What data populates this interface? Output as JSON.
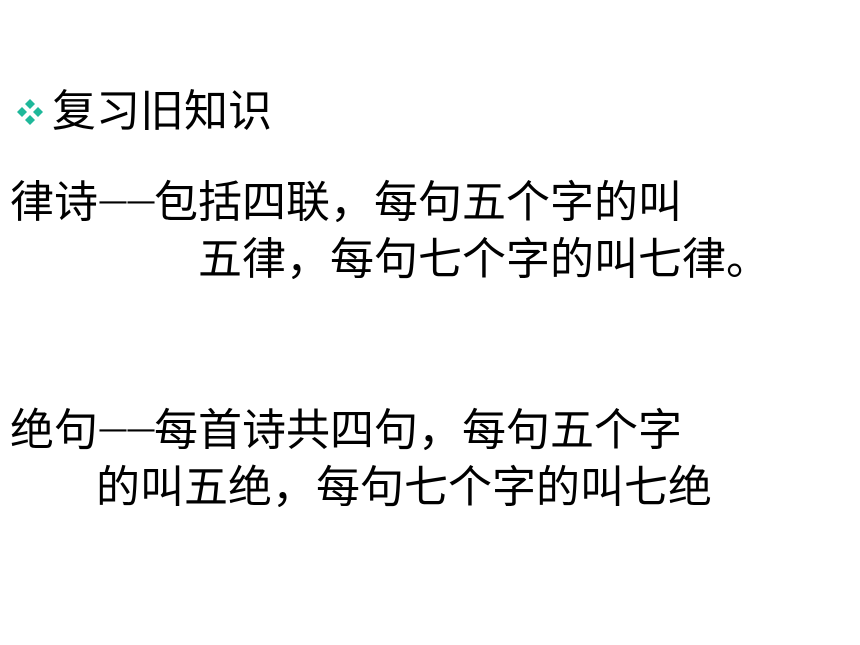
{
  "heading": {
    "bullet_icon": "diamond-bullet-icon",
    "bullet_color": "#1fb89a",
    "text": "复习旧知识"
  },
  "lvshi": {
    "term": "律诗",
    "dash": "——",
    "line1": "包括四联，每句五个字的叫",
    "line2": "五律，每句七个字的叫七律。"
  },
  "jueju": {
    "term": "绝句",
    "dash": "——",
    "line1": "每首诗共四句，每句五个字",
    "line2": "的叫五绝，每句七个字的叫七绝"
  }
}
